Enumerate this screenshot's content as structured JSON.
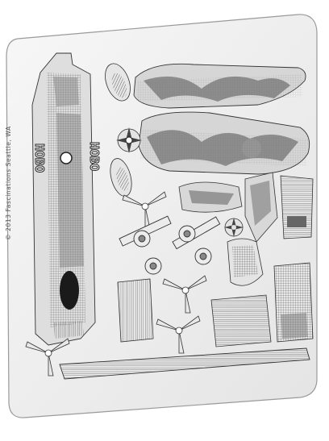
{
  "image": {
    "subject": "metal model kit sheet",
    "copyright_text": "© 2013  Fascinations  Seattle, WA",
    "hull_letters": [
      "HOBO",
      "HOBO"
    ],
    "colors": {
      "background": "#ffffff",
      "sheet": "#f1f1f1",
      "sheet_edge": "#9a9a9a",
      "etch_line": "#3a3a3a",
      "deck_shade": "#7d7d7d",
      "camo_dark": "#7b7b7b",
      "camo_light": "#d8d8d8"
    }
  }
}
